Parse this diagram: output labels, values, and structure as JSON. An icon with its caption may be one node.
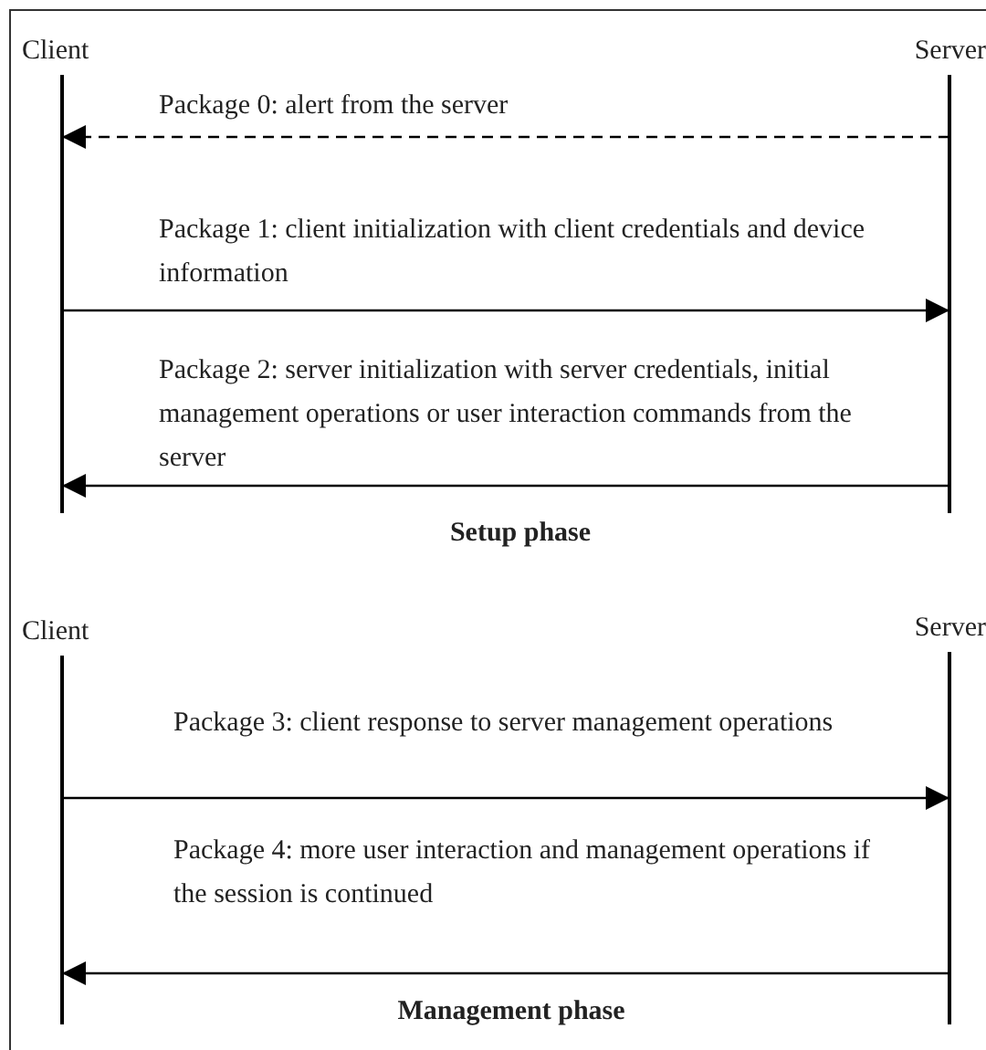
{
  "diagram": {
    "nodes": [
      {
        "text": [
          "Client"
        ]
      },
      {
        "text": [
          "Server"
        ]
      },
      {
        "text": [
          "Client"
        ]
      },
      {
        "text": [
          "Server"
        ]
      }
    ],
    "edges": [
      {
        "from": 1,
        "to": 0,
        "arrow": "to",
        "style": "dashed",
        "label": "Package 0: alert from the server"
      },
      {
        "from": 0,
        "to": 1,
        "arrow": "to",
        "label": "Package 1: client initialization with client credentials and device information"
      },
      {
        "from": 1,
        "to": 0,
        "arrow": "to",
        "label": "Package 2: server initialization with server credentials, initial management operations or user interaction commands from the server"
      },
      {
        "from": 2,
        "to": 3,
        "arrow": "to",
        "label": "Package 3: client response to server management operations"
      },
      {
        "from": 3,
        "to": 2,
        "arrow": "to",
        "label": "Package 4: more user interaction and management operations if the session is continued"
      }
    ],
    "labels": [
      "Setup phase",
      "Management phase"
    ]
  }
}
